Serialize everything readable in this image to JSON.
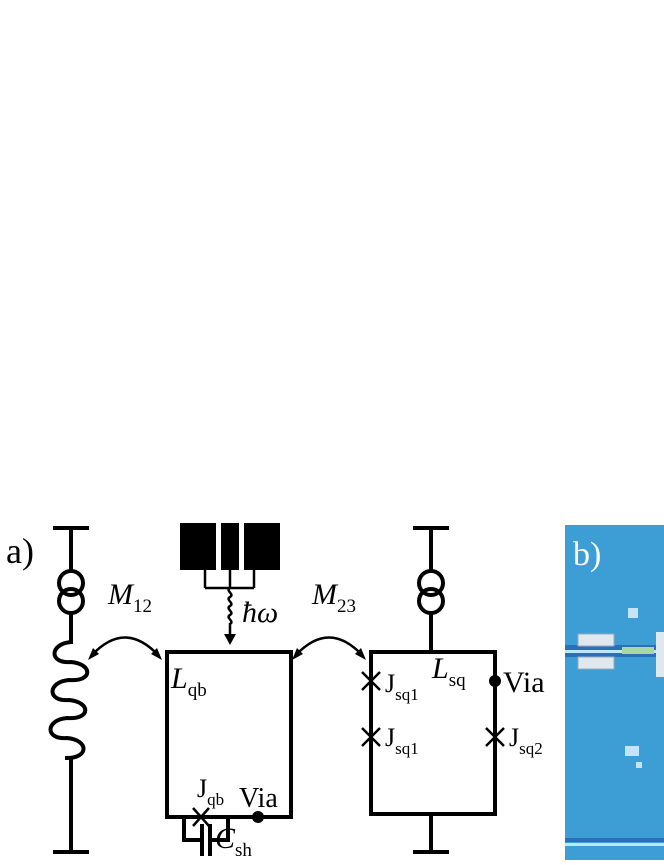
{
  "panel_a": {
    "label": "a)",
    "m12": {
      "main": "M",
      "sub": "12"
    },
    "m23": {
      "main": "M",
      "sub": "23"
    },
    "photon": "ħω",
    "l_qb": {
      "main": "L",
      "sub": "qb"
    },
    "j_qb": {
      "main": "J",
      "sub": "qb"
    },
    "via_qb": "Via",
    "c_sh": {
      "main": "C",
      "sub": "sh"
    },
    "l_sq": {
      "main": "L",
      "sub": "sq"
    },
    "j_sq1_top": {
      "main": "J",
      "sub": "sq1"
    },
    "j_sq1_bottom": {
      "main": "J",
      "sub": "sq1"
    },
    "j_sq2": {
      "main": "J",
      "sub": "sq2"
    },
    "via_sq": "Via"
  },
  "panel_b": {
    "label": "b)",
    "background_color": "#3d9ed6",
    "stripline_color": "#2a6fb8"
  }
}
